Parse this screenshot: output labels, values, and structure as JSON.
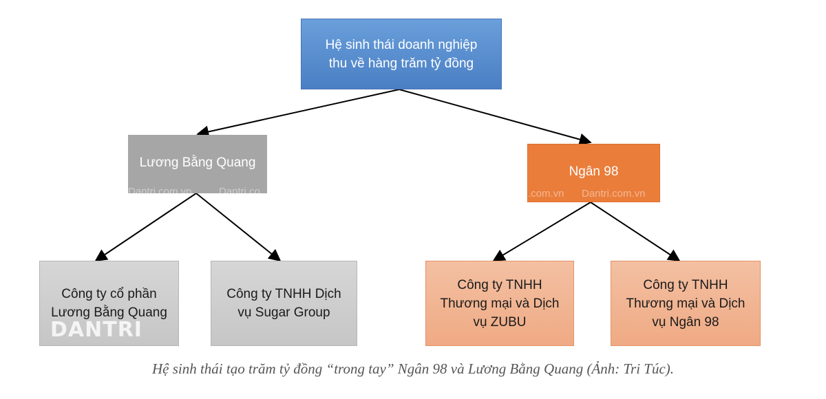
{
  "diagram": {
    "root": {
      "label": "Hệ sinh thái doanh nghiệp\nthu về hàng trăm tỷ đồng"
    },
    "left_branch": {
      "label": "Lương Bằng Quang",
      "children": [
        {
          "label": "Công ty cổ phần\nLương Bằng Quang"
        },
        {
          "label": "Công ty TNHH Dịch\nvụ Sugar Group"
        }
      ]
    },
    "right_branch": {
      "label": "Ngân 98",
      "children": [
        {
          "label": "Công ty TNHH\nThương mại và Dịch\nvụ ZUBU"
        },
        {
          "label": "Công ty TNHH\nThương mại và Dịch\nvụ Ngân 98"
        }
      ]
    }
  },
  "watermarks": {
    "left": "Dantri.com.vn",
    "left_cut": "Dantri.co",
    "right_cut": ".com.vn",
    "right": "Dantri.com.vn",
    "logo": "DANTRI"
  },
  "caption": "Hệ sinh thái tạo trăm tỷ đồng “trong tay” Ngân 98 và Lương Bằng Quang (Ảnh: Tri Túc).",
  "colors": {
    "root": "#5b8fd0",
    "left_branch": "#a6a6a6",
    "right_branch": "#ea7d3a",
    "left_leaf": "#cecece",
    "right_leaf": "#f1b594",
    "edge": "#000000"
  }
}
